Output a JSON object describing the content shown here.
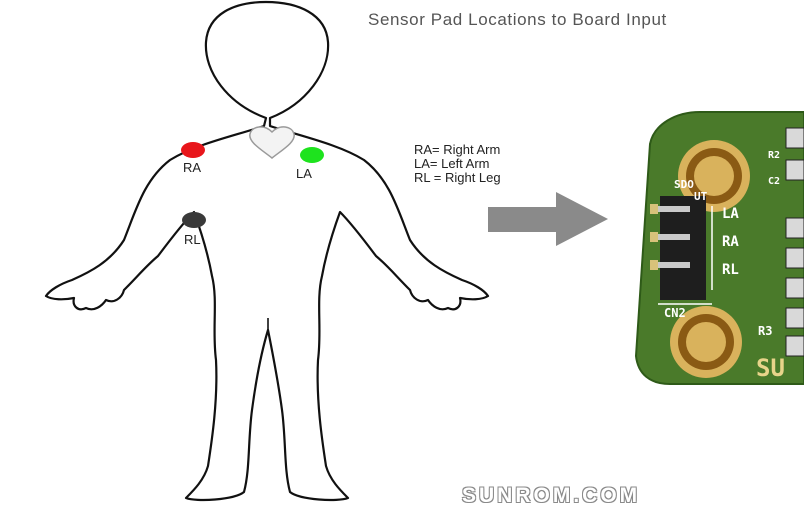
{
  "title": "Sensor Pad Locations to Board Input",
  "legend": [
    "RA= Right Arm",
    "LA= Left Arm",
    "RL = Right Leg"
  ],
  "pads": [
    {
      "label": "RA",
      "color": "#e8161b"
    },
    {
      "label": "LA",
      "color": "#1ee31e"
    },
    {
      "label": "RL",
      "color": "#3a3a3a"
    }
  ],
  "board": {
    "color": "#4a7a2a",
    "pin_labels": [
      "LA",
      "RA",
      "RL"
    ],
    "silkscreen": [
      "SDO",
      "UT",
      "CN2",
      "R3",
      "C2",
      "R2"
    ],
    "brand_partial": "SU"
  },
  "watermark": "SUNROM.COM",
  "icons": [
    "heart-icon",
    "arrow-right-icon"
  ]
}
